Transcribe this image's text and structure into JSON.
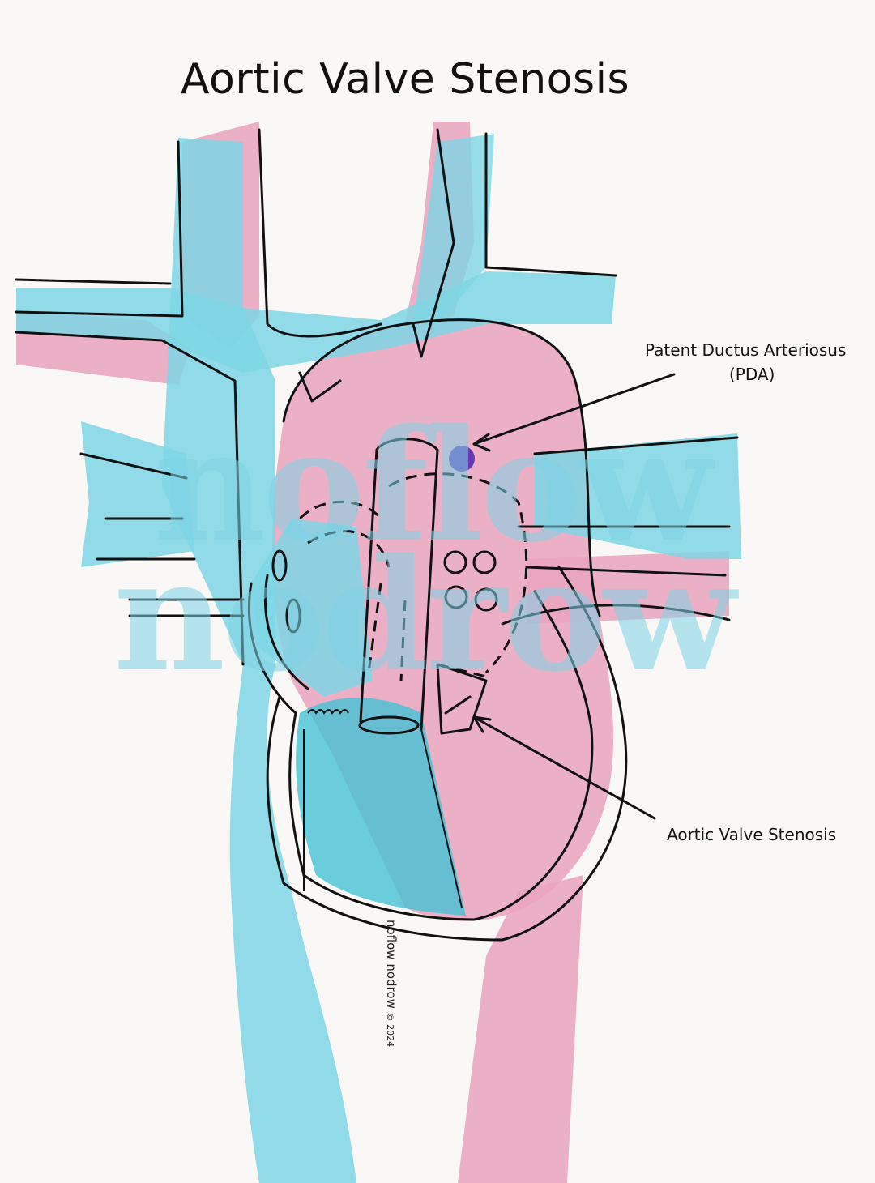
{
  "title": "Aortic Valve Stenosis",
  "labels": {
    "pda_name": "Patent Ductus Arteriosus",
    "pda_abbr": "(PDA)",
    "aortic_stenosis": "Aortic Valve Stenosis"
  },
  "watermark": {
    "line1": "noflow",
    "line2": "nodrow",
    "signature": "noflow nodrow",
    "copyright": "© 2024"
  },
  "colors": {
    "venous_blue": "#7ed6e4",
    "arterial_pink": "#eaa3bd",
    "pda_purple": "#5a2bb0",
    "ink": "#111111"
  }
}
